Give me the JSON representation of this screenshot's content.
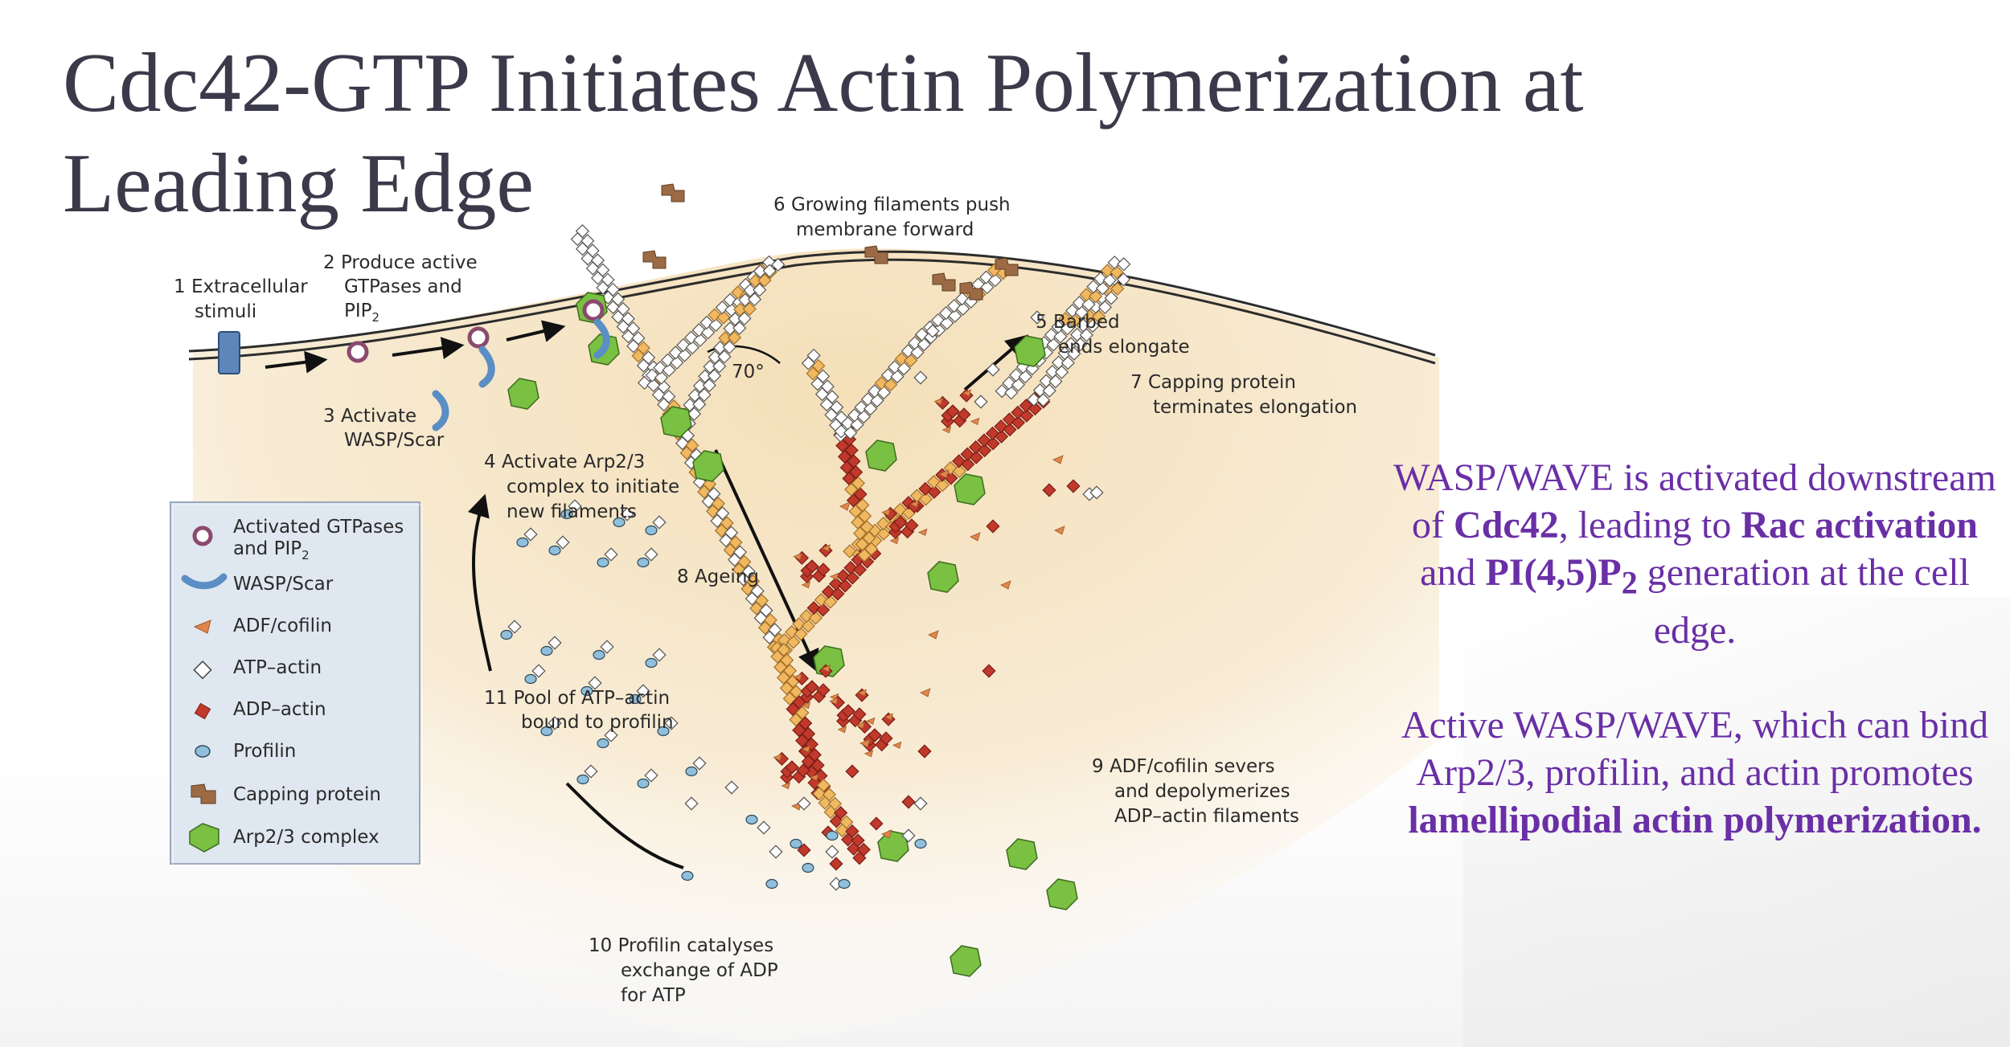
{
  "title": "Cdc42-GTP Initiates Actin Polymerization at Leading Edge",
  "steps": {
    "s1": [
      "1  Extracellular",
      "stimuli"
    ],
    "s2": [
      "2  Produce active",
      "GTPases and",
      "PIP",
      "2"
    ],
    "s3": [
      "3  Activate",
      "WASP/Scar"
    ],
    "s4": [
      "4  Activate Arp2/3",
      "complex to initiate",
      "new filaments"
    ],
    "s5": [
      "5  Barbed",
      "ends elongate"
    ],
    "s6": [
      "6  Growing filaments push",
      "membrane forward"
    ],
    "s7": [
      "7  Capping protein",
      "terminates elongation"
    ],
    "s8": "8  Ageing",
    "s9": [
      "9  ADF/cofilin severs",
      "and depolymerizes",
      "ADP–actin filaments"
    ],
    "s10": [
      "10  Profilin catalyses",
      "exchange of ADP",
      "for ATP"
    ],
    "s11": [
      "11  Pool of ATP–actin",
      "bound to profilin"
    ],
    "angle": "70°"
  },
  "legend": {
    "items": [
      {
        "label": "Activated GTPases",
        "label2": "and PIP",
        "sub": "2",
        "icon": "gtpase-icon"
      },
      {
        "label": "WASP/Scar",
        "icon": "wasp-scar-icon"
      },
      {
        "label": "ADF/cofilin",
        "icon": "adf-cofilin-icon"
      },
      {
        "label": "ATP–actin",
        "icon": "atp-actin-icon"
      },
      {
        "label": "ADP–actin",
        "icon": "adp-actin-icon"
      },
      {
        "label": "Profilin",
        "icon": "profilin-icon"
      },
      {
        "label": "Capping protein",
        "icon": "capping-protein-icon"
      },
      {
        "label": "Arp2/3 complex",
        "icon": "arp23-complex-icon"
      }
    ]
  },
  "side": {
    "p1_a": "WASP/WAVE is activated downstream of ",
    "p1_b": "Cdc42",
    "p1_c": ", leading to ",
    "p1_d": "Rac activation",
    "p1_e": " and ",
    "p1_f": "PI(4,5)P",
    "p1_sub": "2",
    "p1_g": " generation at the cell edge.",
    "p2_a": "Active WASP/WAVE, which can bind Arp2/3, profilin, and actin promotes ",
    "p2_b": "lamellipodial actin polymerization."
  },
  "colors": {
    "title": "#3a3a4a",
    "side_text": "#6a2fa6",
    "cytoplasm": "#f6e7cc",
    "atp_actin": "#ffffff",
    "adp_actin": "#c0392b",
    "adf_cofilin": "#e0864a",
    "arp23": "#7ac043",
    "capping": "#9c6a45",
    "profilin": "#8fbfdb",
    "wasp": "#6fa8d6",
    "legend_bg": "#dfe7f0"
  }
}
